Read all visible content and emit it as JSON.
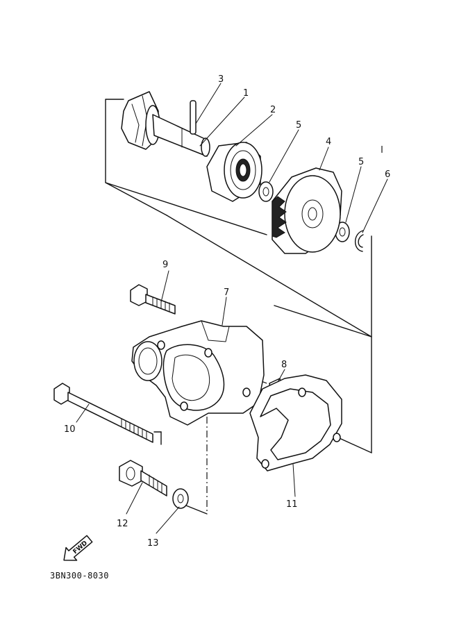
{
  "diagram": {
    "callouts": [
      {
        "id": "c1",
        "text": "1"
      },
      {
        "id": "c2",
        "text": "2"
      },
      {
        "id": "c3",
        "text": "3"
      },
      {
        "id": "c4",
        "text": "4"
      },
      {
        "id": "c5a",
        "text": "5"
      },
      {
        "id": "c5b",
        "text": "5"
      },
      {
        "id": "c6",
        "text": "6"
      },
      {
        "id": "c7",
        "text": "7"
      },
      {
        "id": "c8",
        "text": "8"
      },
      {
        "id": "c9",
        "text": "9"
      },
      {
        "id": "c10",
        "text": "10"
      },
      {
        "id": "c11",
        "text": "11"
      },
      {
        "id": "c12",
        "text": "12"
      },
      {
        "id": "c13",
        "text": "13"
      }
    ],
    "fwd_label": "FWD",
    "figure_code": "3BN300-8030"
  }
}
